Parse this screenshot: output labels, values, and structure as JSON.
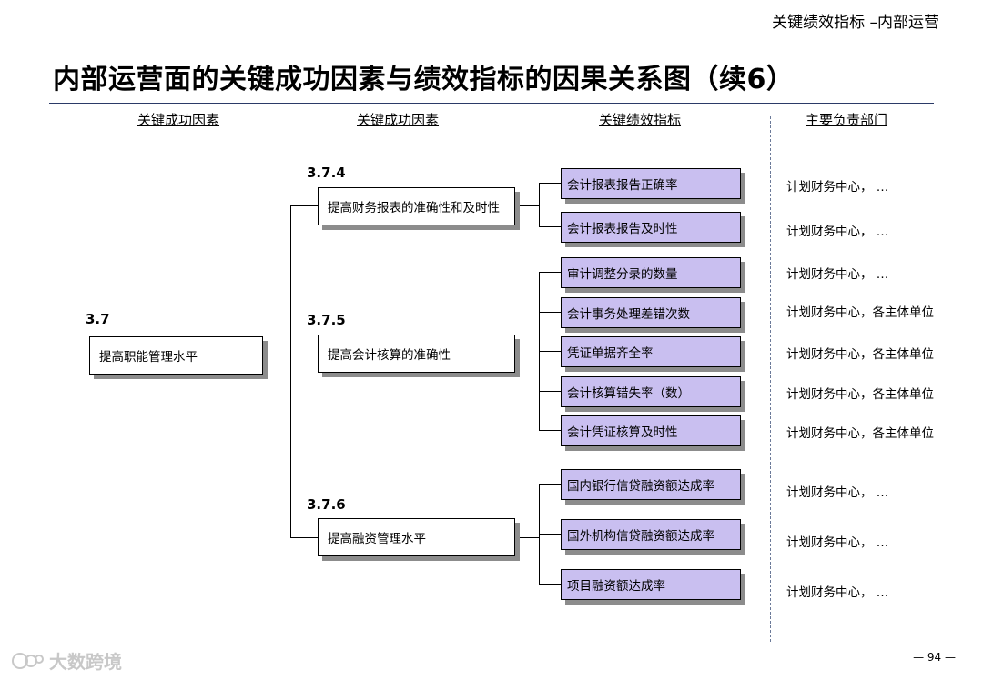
{
  "header": {
    "section_label": "关键绩效指标 –内部运营",
    "title": "内部运营面的关键成功因素与绩效指标的因果关系图（续6）"
  },
  "columns": {
    "col1": "关键成功因素",
    "col2": "关键成功因素",
    "col3": "关键绩效指标",
    "col4": "主要负责部门"
  },
  "root": {
    "number": "3.7",
    "label": "提高职能管理水平"
  },
  "factors": [
    {
      "number": "3.7.4",
      "label": "提高财务报表的准确性和及时性"
    },
    {
      "number": "3.7.5",
      "label": "提高会计核算的准确性"
    },
    {
      "number": "3.7.6",
      "label": "提高融资管理水平"
    }
  ],
  "kpis": [
    {
      "label": "会计报表报告正确率",
      "dept": "计划财务中心， …"
    },
    {
      "label": "会计报表报告及时性",
      "dept": "计划财务中心， …"
    },
    {
      "label": "审计调整分录的数量",
      "dept": "计划财务中心， …"
    },
    {
      "label": "会计事务处理差错次数",
      "dept": "计划财务中心，各主体单位"
    },
    {
      "label": "凭证单据齐全率",
      "dept": "计划财务中心，各主体单位"
    },
    {
      "label": "会计核算错失率（数）",
      "dept": "计划财务中心，各主体单位"
    },
    {
      "label": "会计凭证核算及时性",
      "dept": "计划财务中心，各主体单位"
    },
    {
      "label": "国内银行信贷融资额达成率",
      "dept": "计划财务中心， …"
    },
    {
      "label": "国外机构信贷融资额达成率",
      "dept": "计划财务中心， …"
    },
    {
      "label": "项目融资额达成率",
      "dept": "计划财务中心， …"
    }
  ],
  "footer": {
    "page_number": "— 94 —",
    "watermark": "大数跨境"
  }
}
